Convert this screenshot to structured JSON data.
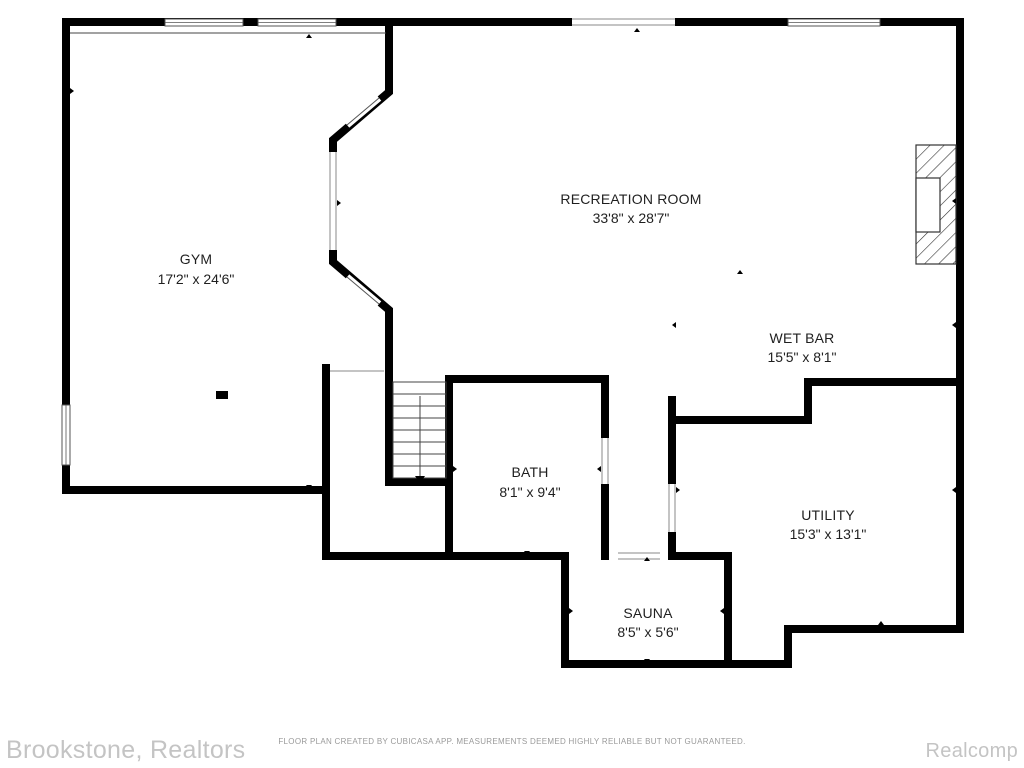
{
  "rooms": [
    {
      "key": "gym",
      "name": "GYM",
      "dims": "17'2\" x 24'6\""
    },
    {
      "key": "recreation",
      "name": "RECREATION ROOM",
      "dims": "33'8\" x 28'7\""
    },
    {
      "key": "wetbar",
      "name": "WET BAR",
      "dims": "15'5\" x 8'1\""
    },
    {
      "key": "bath",
      "name": "BATH",
      "dims": "8'1\" x 9'4\""
    },
    {
      "key": "utility",
      "name": "UTILITY",
      "dims": "15'3\" x 13'1\""
    },
    {
      "key": "sauna",
      "name": "SAUNA",
      "dims": "8'5\" x 5'6\""
    }
  ],
  "footer": {
    "disclaimer": "FLOOR PLAN CREATED BY CUBICASA APP. MEASUREMENTS DEEMED HIGHLY RELIABLE BUT NOT GUARANTEED.",
    "watermark_left": "Brookstone, Realtors",
    "watermark_right": "Realcomp"
  },
  "colors": {
    "wall": "#000000",
    "watermark": "#c4c4c4"
  }
}
